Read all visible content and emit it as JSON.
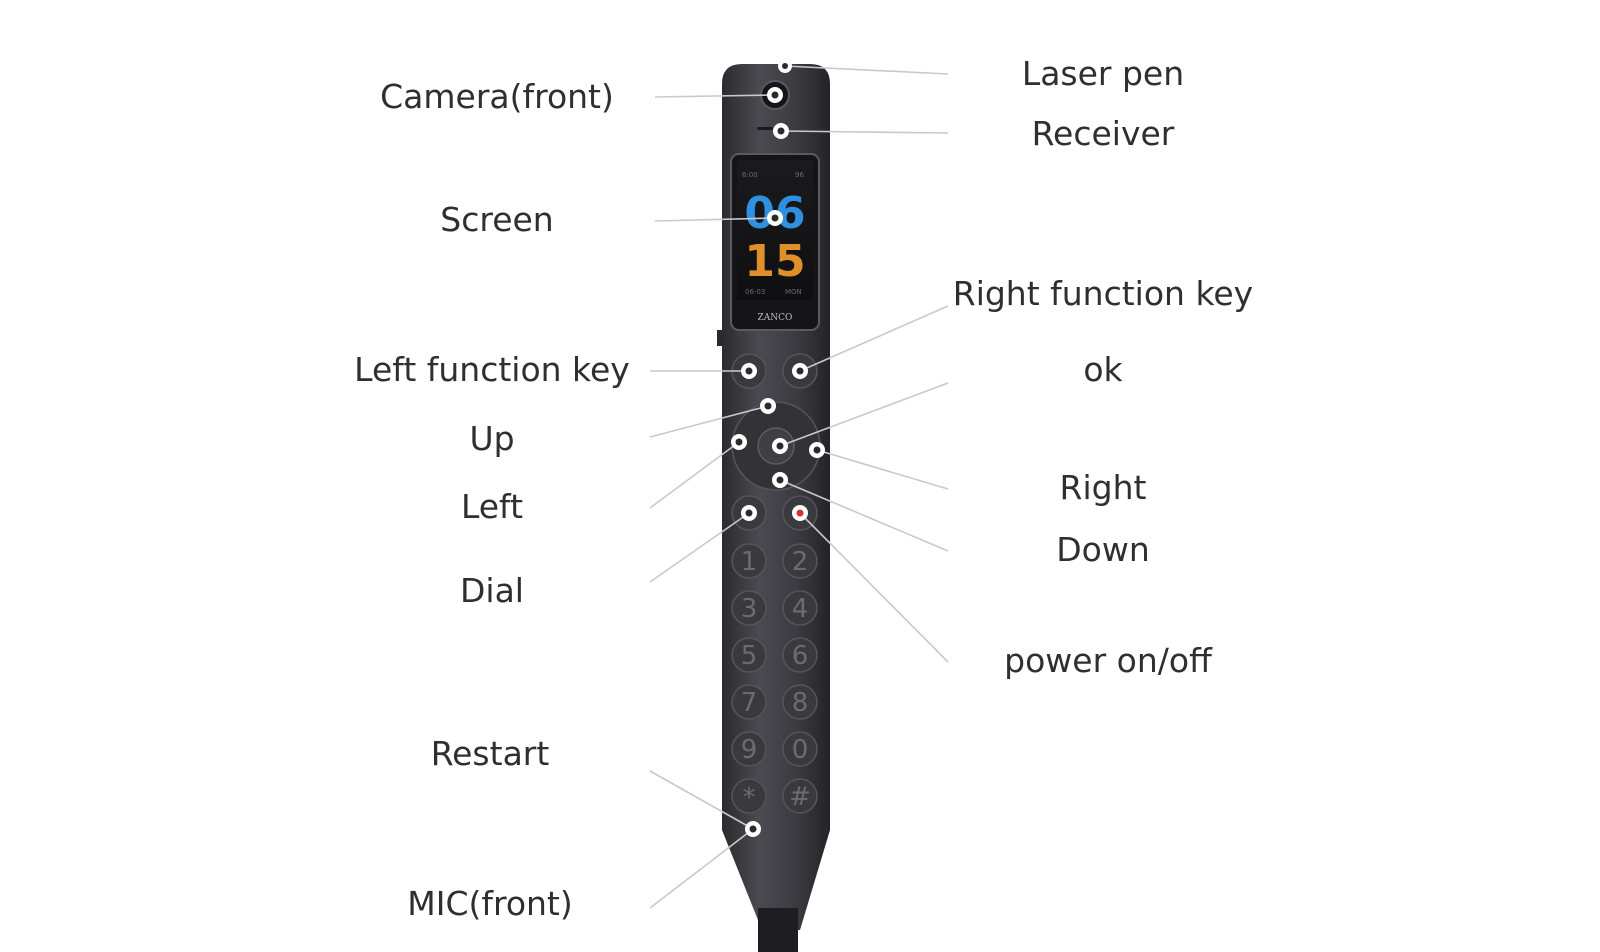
{
  "labels": {
    "camera_front": "Camera(front)",
    "screen": "Screen",
    "left_function_key": "Left function key",
    "up": "Up",
    "left": "Left",
    "dial": "Dial",
    "restart": "Restart",
    "mic_front": "MIC(front)",
    "laser_pen": "Laser pen",
    "receiver": "Receiver",
    "right_function_key": "Right function key",
    "ok": "ok",
    "right": "Right",
    "down": "Down",
    "power": "power on/off"
  },
  "device": {
    "brand": "ZANCO",
    "screen_time_top": "06",
    "screen_time_bottom": "15",
    "screen_status_left": "6:00",
    "screen_status_right": "96",
    "screen_date": "06-03",
    "screen_day": "MON",
    "keypad": [
      "1",
      "2",
      "3",
      "4",
      "5",
      "6",
      "7",
      "8",
      "9",
      "0",
      "*",
      "#"
    ]
  },
  "colors": {
    "body": "#3a3a3e",
    "screen_blue": "#2f8fe0",
    "screen_orange": "#e0902a",
    "power_red": "#d03030",
    "label_text": "#2f2f2f"
  }
}
